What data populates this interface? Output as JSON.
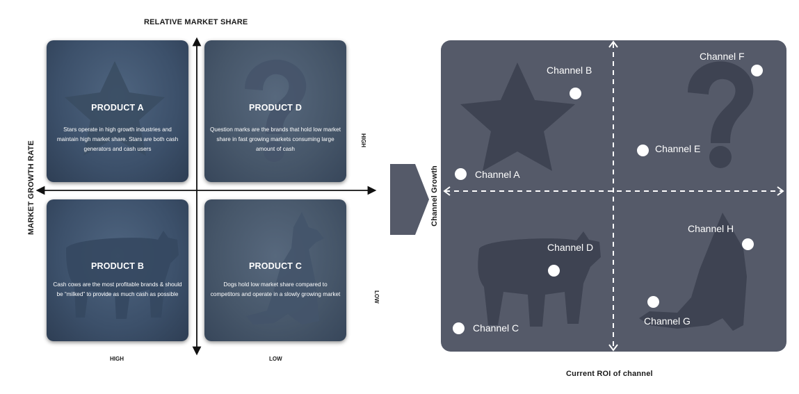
{
  "left_matrix": {
    "top_title": "RELATIVE MARKET SHARE",
    "side_title": "MARKET GROWTH RATE",
    "bottom_labels": {
      "high": "HIGH",
      "low": "LOW"
    },
    "side_labels": {
      "high": "HIGH",
      "low": "LOW"
    },
    "quadrants": [
      {
        "title": "PRODUCT A",
        "icon": "star-icon",
        "text": "Stars operate in high growth industries and maintain high market share. Stars are both cash generators and cash users"
      },
      {
        "title": "PRODUCT D",
        "icon": "question-mark-icon",
        "text": "Question marks are the brands that hold low market share in fast growing markets consuming large amount of cash"
      },
      {
        "title": "PRODUCT B",
        "icon": "cow-icon",
        "text": "Cash cows are the most profitable brands & should be “milked” to provide as much cash as possible"
      },
      {
        "title": "PRODUCT C",
        "icon": "dog-icon",
        "text": "Dogs hold low market share compared to competitors and operate in a slowly growing market"
      }
    ]
  },
  "arrow_icon": "chevron-right-icon",
  "right_matrix": {
    "y_title": "Channel Growth",
    "x_title": "Current ROI of channel",
    "colors": {
      "panel": "#555a69",
      "silhouette": "#3e4352",
      "dot": "#ffffff"
    },
    "channels": [
      {
        "label": "Channel A"
      },
      {
        "label": "Channel B"
      },
      {
        "label": "Channel C"
      },
      {
        "label": "Channel D"
      },
      {
        "label": "Channel E"
      },
      {
        "label": "Channel F"
      },
      {
        "label": "Channel G"
      },
      {
        "label": "Channel H"
      }
    ]
  }
}
